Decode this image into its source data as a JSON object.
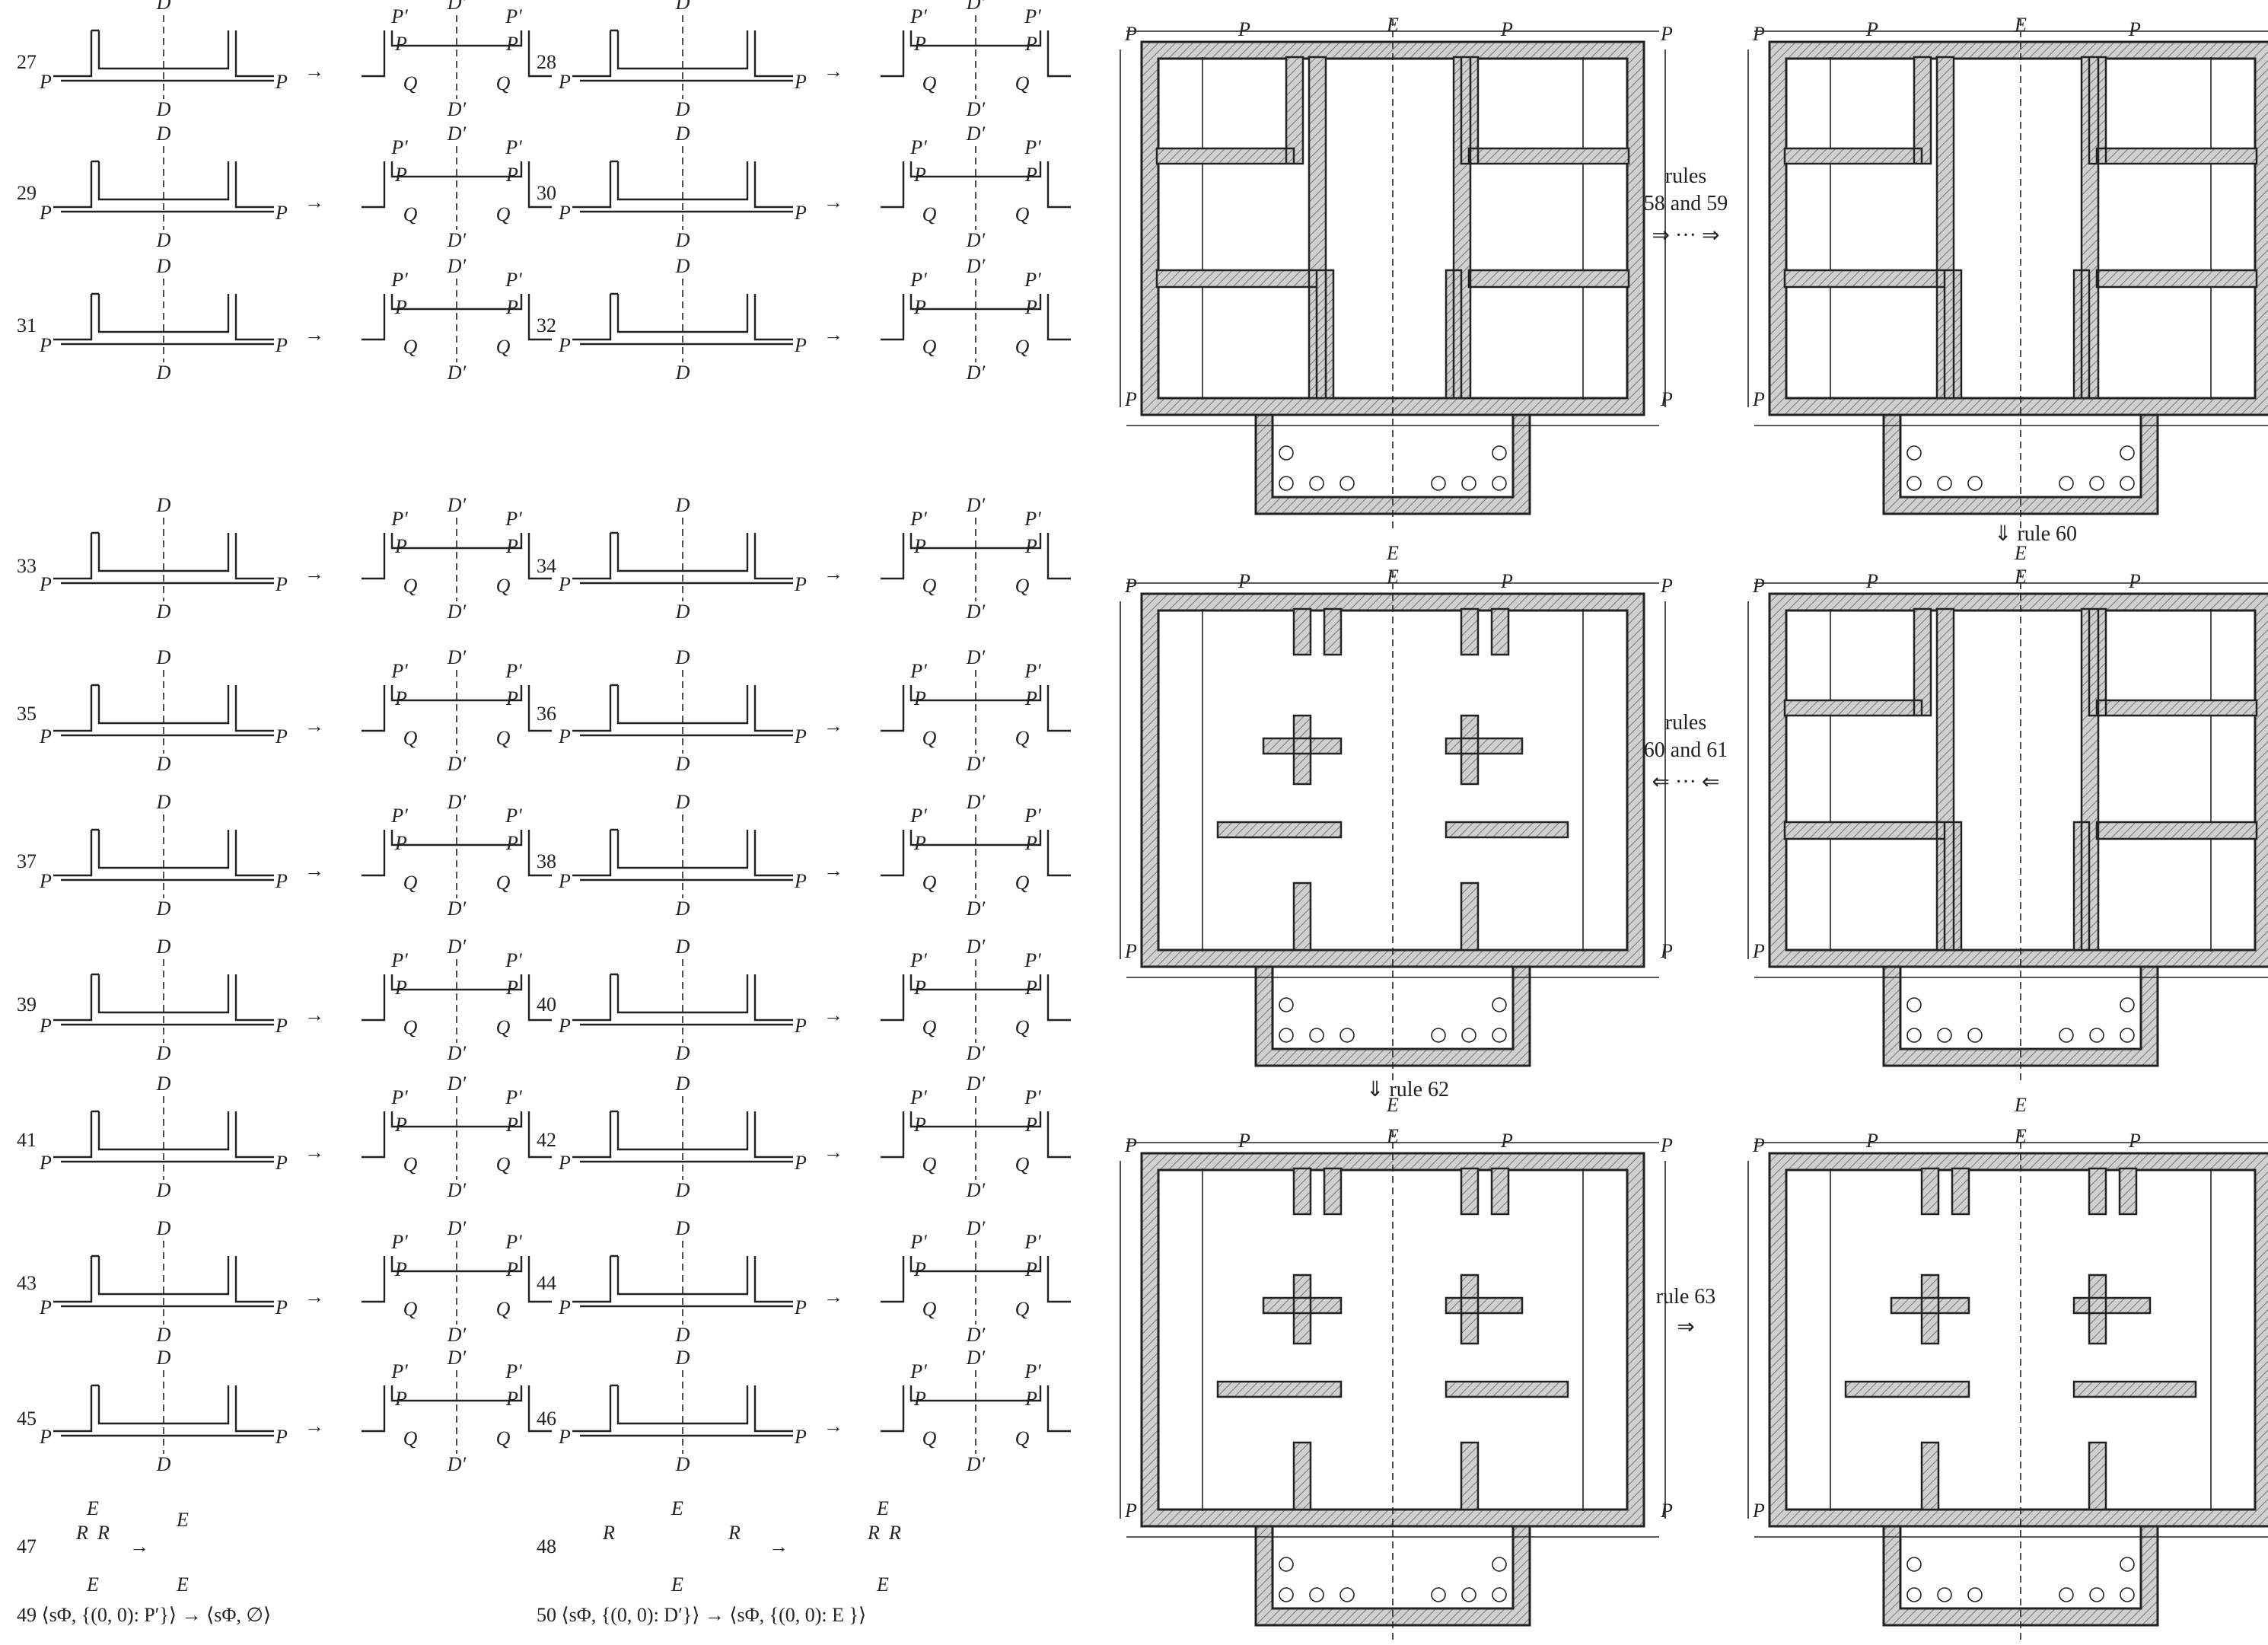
{
  "rules_left": [
    {
      "n": "27"
    },
    {
      "n": "28"
    },
    {
      "n": "29"
    },
    {
      "n": "30"
    },
    {
      "n": "31"
    },
    {
      "n": "32"
    },
    {
      "n": "33"
    },
    {
      "n": "34"
    },
    {
      "n": "35"
    },
    {
      "n": "36"
    },
    {
      "n": "37"
    },
    {
      "n": "38"
    },
    {
      "n": "39"
    },
    {
      "n": "40"
    },
    {
      "n": "41"
    },
    {
      "n": "42"
    },
    {
      "n": "43"
    },
    {
      "n": "44"
    },
    {
      "n": "45"
    },
    {
      "n": "46"
    },
    {
      "n": "47"
    },
    {
      "n": "48"
    }
  ],
  "rule49": "49  ⟨sΦ, {(0, 0):  P′}⟩ → ⟨sΦ, ∅⟩",
  "rule50": "50  ⟨sΦ, {(0, 0):  D′}⟩ → ⟨sΦ, {(0, 0):  E }⟩",
  "labels": {
    "P": "P",
    "Pp": "P′",
    "D": "D",
    "Dp": "D′",
    "Q": "Q",
    "E": "E",
    "R": "R",
    "arrow": "→"
  },
  "steps": {
    "s1": [
      "rules",
      "58 and 59",
      "⇒ ··· ⇒"
    ],
    "s2": "⇓ rule 60",
    "s3": [
      "rules",
      "60 and 61",
      "⇐ ··· ⇐"
    ],
    "s4": "⇓ rule 62",
    "s5": [
      "rule 63",
      "⇒"
    ]
  }
}
